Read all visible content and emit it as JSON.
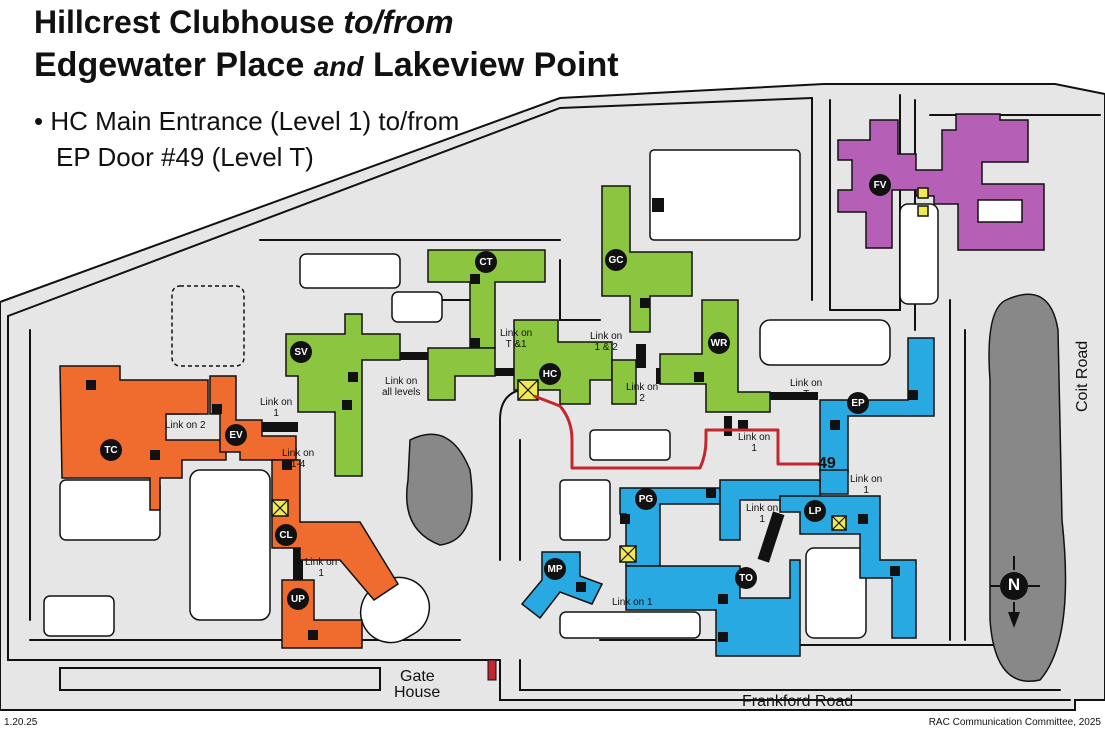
{
  "title": {
    "line1_bold": "Hillcrest Clubhouse",
    "line1_italic": "to/from",
    "line2_a": "Edgewater Place",
    "line2_italic": "and",
    "line2_b": "Lakeview Point"
  },
  "route": {
    "line1": "• HC Main Entrance (Level 1) to/from",
    "line2": "EP Door #49 (Level T)"
  },
  "roads": {
    "south": "Frankford Road",
    "east": "Coit Road"
  },
  "gatehouse": {
    "line1": "Gate",
    "line2": "House"
  },
  "footer": {
    "date": "1.20.25",
    "credit": "RAC Communication Committee, 2025"
  },
  "compass": {
    "label": "N"
  },
  "door": {
    "label": "49"
  },
  "buildings": {
    "CT": "CT",
    "GC": "GC",
    "SV": "SV",
    "HC": "HC",
    "WR": "WR",
    "EV": "EV",
    "TC": "TC",
    "CL": "CL",
    "UP": "UP",
    "FV": "FV",
    "EP": "EP",
    "PG": "PG",
    "LP": "LP",
    "MP": "MP",
    "TO": "TO"
  },
  "links": {
    "t_and_1": [
      "Link on",
      "T &1"
    ],
    "all_levels": [
      "Link on",
      "all levels"
    ],
    "one_two": [
      "Link on",
      "1 & 2"
    ],
    "hc_wr": [
      "Link on",
      "2"
    ],
    "wr_ep": [
      "Link on",
      "T"
    ],
    "wr_pg": [
      "Link on",
      "1"
    ],
    "sv_ev": [
      "Link on",
      "1"
    ],
    "tc_ev": [
      "Link on 2"
    ],
    "ev_cl": [
      "Link on",
      "1-4"
    ],
    "cl_up": [
      "Link on",
      "1"
    ],
    "pg_lp": [
      "Link on",
      "1"
    ],
    "ep_lp": [
      "Link on",
      "1"
    ],
    "mp_to": [
      "Link on 1"
    ]
  },
  "colors": {
    "green": "#8cc540",
    "orange": "#ef6c2e",
    "blue": "#29a9e1",
    "purple": "#b55fb6",
    "route": "#c1272d",
    "ground": "#e8e8e8",
    "outline": "#111111",
    "elevator": "#f2e94e"
  }
}
